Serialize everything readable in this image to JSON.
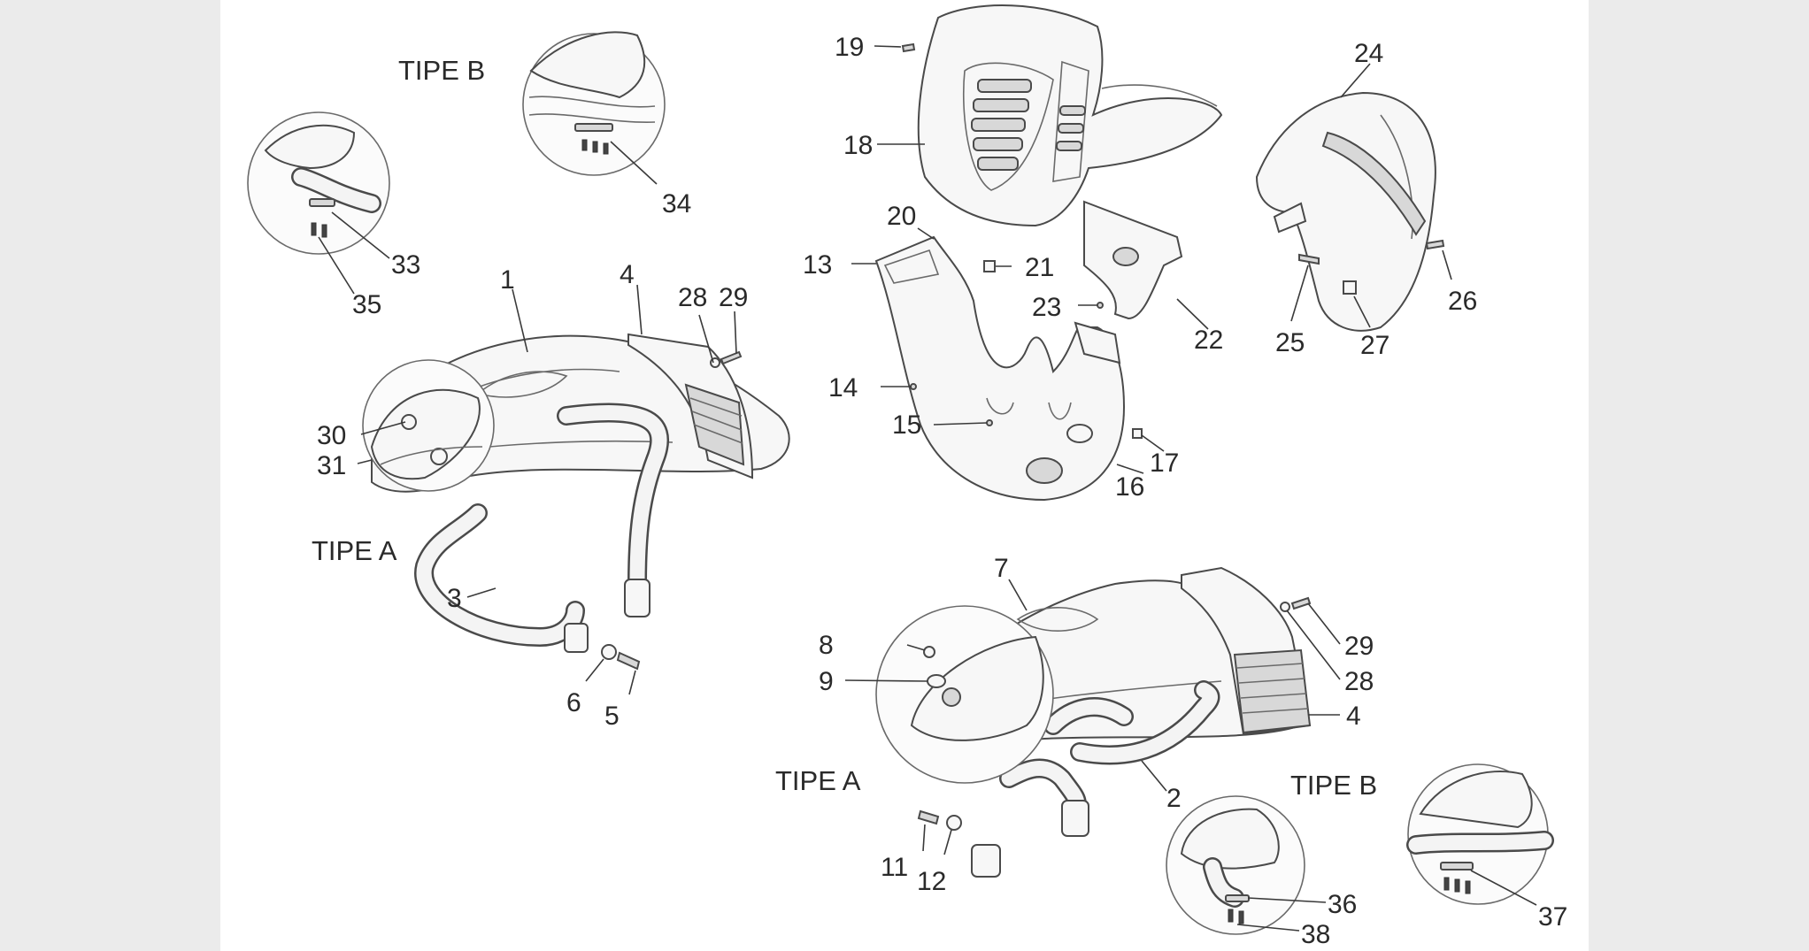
{
  "variant_labels": {
    "tipe_b_top_left": "TIPE B",
    "tipe_a_left": "TIPE A",
    "tipe_a_bottom": "TIPE A",
    "tipe_b_bottom": "TIPE B"
  },
  "callouts": [
    {
      "id": "c1",
      "label": "1"
    },
    {
      "id": "c2",
      "label": "2"
    },
    {
      "id": "c3",
      "label": "3"
    },
    {
      "id": "c4a",
      "label": "4"
    },
    {
      "id": "c4b",
      "label": "4"
    },
    {
      "id": "c5",
      "label": "5"
    },
    {
      "id": "c6",
      "label": "6"
    },
    {
      "id": "c7",
      "label": "7"
    },
    {
      "id": "c8",
      "label": "8"
    },
    {
      "id": "c9",
      "label": "9"
    },
    {
      "id": "c11",
      "label": "11"
    },
    {
      "id": "c12",
      "label": "12"
    },
    {
      "id": "c13",
      "label": "13"
    },
    {
      "id": "c14",
      "label": "14"
    },
    {
      "id": "c15",
      "label": "15"
    },
    {
      "id": "c16",
      "label": "16"
    },
    {
      "id": "c17",
      "label": "17"
    },
    {
      "id": "c18",
      "label": "18"
    },
    {
      "id": "c19",
      "label": "19"
    },
    {
      "id": "c20",
      "label": "20"
    },
    {
      "id": "c21",
      "label": "21"
    },
    {
      "id": "c22",
      "label": "22"
    },
    {
      "id": "c23",
      "label": "23"
    },
    {
      "id": "c24",
      "label": "24"
    },
    {
      "id": "c25",
      "label": "25"
    },
    {
      "id": "c26",
      "label": "26"
    },
    {
      "id": "c27",
      "label": "27"
    },
    {
      "id": "c28a",
      "label": "28"
    },
    {
      "id": "c28b",
      "label": "28"
    },
    {
      "id": "c29a",
      "label": "29"
    },
    {
      "id": "c29b",
      "label": "29"
    },
    {
      "id": "c30",
      "label": "30"
    },
    {
      "id": "c31",
      "label": "31"
    },
    {
      "id": "c33",
      "label": "33"
    },
    {
      "id": "c34",
      "label": "34"
    },
    {
      "id": "c35",
      "label": "35"
    },
    {
      "id": "c36",
      "label": "36"
    },
    {
      "id": "c37",
      "label": "37"
    },
    {
      "id": "c38",
      "label": "38"
    }
  ]
}
